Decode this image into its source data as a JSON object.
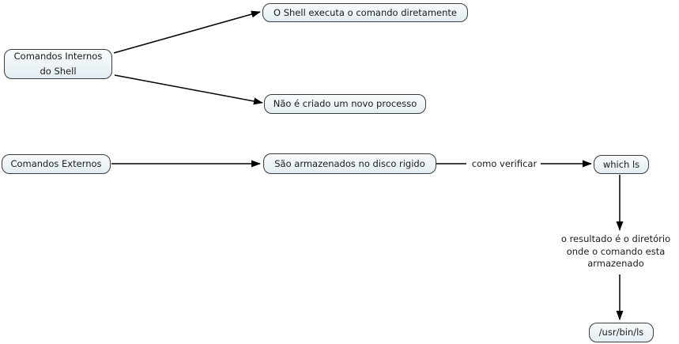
{
  "colors": {
    "background": "#ffffff",
    "node_fill_top": "#f8fbfc",
    "node_fill_bottom": "#e4edf2",
    "node_border": "#3c3c3c",
    "line": "#000000",
    "text": "#1a1a1a"
  },
  "nodes": {
    "comandos_internos": {
      "label": "Comandos Internos\ndo Shell"
    },
    "shell_executa": {
      "label": "O Shell executa o comando diretamente"
    },
    "novo_processo": {
      "label": "Não é criado um novo processo"
    },
    "comandos_externos": {
      "label": "Comandos Externos"
    },
    "armazenados": {
      "label": "São armazenados no disco rigido"
    },
    "which_ls": {
      "label": "which ls"
    },
    "usr_bin_ls": {
      "label": "/usr/bin/ls"
    }
  },
  "labels": {
    "como_verificar": {
      "text": "como verificar"
    },
    "resultado": {
      "text": "o resultado é o diretório\nonde o comando esta\narmazenado"
    }
  },
  "edges": [
    {
      "from": "comandos_internos",
      "to": "shell_executa"
    },
    {
      "from": "comandos_internos",
      "to": "novo_processo"
    },
    {
      "from": "comandos_externos",
      "to": "armazenados"
    },
    {
      "from": "armazenados",
      "to": "which_ls",
      "label": "como verificar"
    },
    {
      "from": "which_ls",
      "to": "usr_bin_ls",
      "label": "o resultado é o diretório onde o comando esta armazenado"
    }
  ]
}
